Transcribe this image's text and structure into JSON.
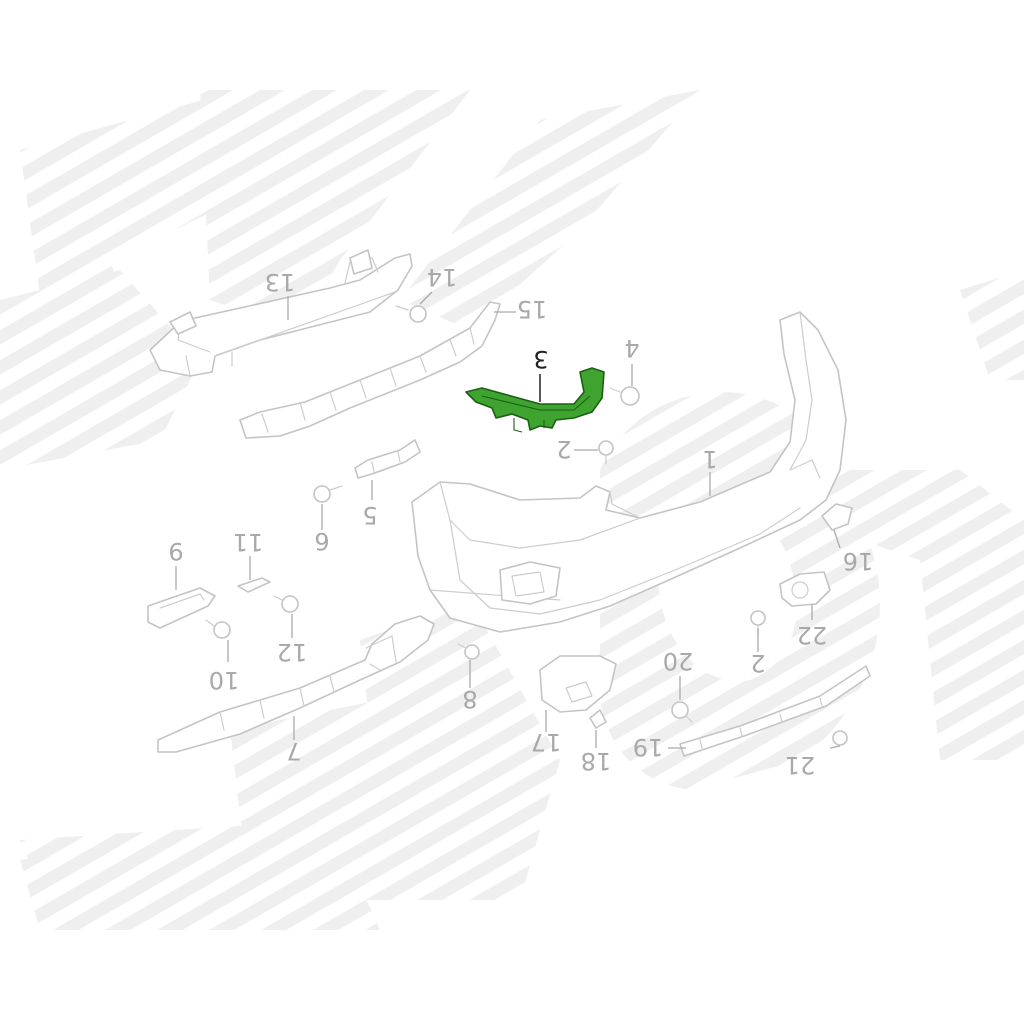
{
  "colors": {
    "highlight": "#3ea42f",
    "outline": "#c4c4c4",
    "label": "#a9a9a9",
    "label_highlight": "#222222",
    "watermark": "#efefef"
  },
  "highlighted_part": "3",
  "callouts": {
    "c1": "1",
    "c2a": "2",
    "c2b": "2",
    "c3": "3",
    "c4": "4",
    "c5": "5",
    "c6": "6",
    "c7": "7",
    "c8": "8",
    "c9": "9",
    "c10": "10",
    "c11": "11",
    "c12": "12",
    "c13": "13",
    "c14": "14",
    "c15": "15",
    "c16": "16",
    "c17": "17",
    "c18": "18",
    "c19": "19",
    "c20": "20",
    "c21": "21",
    "c22": "22"
  }
}
